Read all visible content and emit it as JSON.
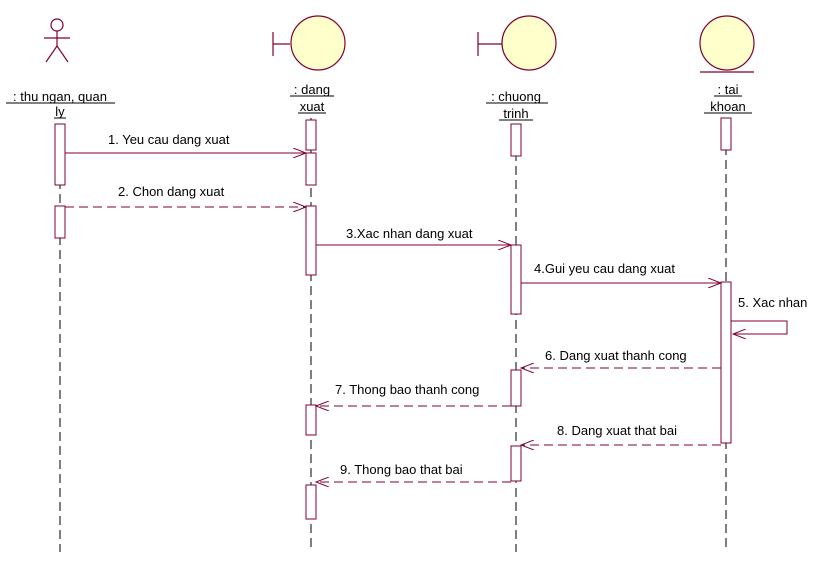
{
  "participants": [
    {
      "id": "thungan",
      "lines": [
        ": thu ngan, quan",
        "ly"
      ],
      "kind": "actor"
    },
    {
      "id": "dangxuat",
      "lines": [
        ": dang",
        "xuat"
      ],
      "kind": "boundary"
    },
    {
      "id": "chuongtrinh",
      "lines": [
        ": chuong",
        "trinh"
      ],
      "kind": "boundary"
    },
    {
      "id": "taikhoan",
      "lines": [
        ": tai",
        "khoan"
      ],
      "kind": "entity"
    }
  ],
  "messages": [
    {
      "label": "1. Yeu cau dang xuat"
    },
    {
      "label": "2. Chon dang xuat"
    },
    {
      "label": "3.Xac nhan dang xuat"
    },
    {
      "label": "4.Gui yeu cau dang xuat"
    },
    {
      "label": "5. Xac nhan"
    },
    {
      "label": "6. Dang xuat thanh cong"
    },
    {
      "label": "7. Thong bao thanh cong"
    },
    {
      "label": "8. Dang xuat that bai"
    },
    {
      "label": "9. Thong bao that bai"
    }
  ],
  "colors": {
    "accent": "#800033",
    "object_fill": "#ffffcc"
  }
}
